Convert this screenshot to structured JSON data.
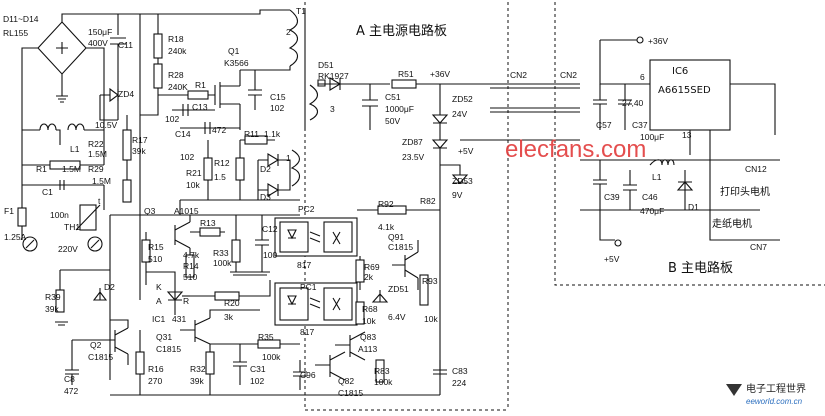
{
  "boards": {
    "main_power": "A 主电源电路板",
    "main": "B 主电路板"
  },
  "labels": {
    "d11_d14": "D11~D14",
    "rl155": "RL155",
    "c11_val": "150μF",
    "c11_v": "400V",
    "c11": "C11",
    "r18": "R18",
    "r18_val": "240k",
    "r28": "R28",
    "r28_val": "240K",
    "q1": "Q1",
    "q1_type": "K3566",
    "t1": "T1",
    "r1": "R1",
    "c13": "C13",
    "c13_val": "102",
    "c15": "C15",
    "c15_val": "102",
    "zd4": "ZD4",
    "zd4_val": "10.5V",
    "l1": "L1",
    "r22": "R22",
    "r22_val": "1.5M",
    "r29": "R29",
    "r29_val": "1.5M",
    "r17": "R17",
    "r17_val": "39k",
    "c14": "C14",
    "c14_val": "472",
    "r11": "R11",
    "r11_val": "1.1k",
    "r21": "R21",
    "r21_val": "10k",
    "c14b": "102",
    "r12": "R12",
    "r12_val": "1.5",
    "d2": "D2",
    "d3": "D3",
    "r1b": "R1",
    "r1b_val": "1.5M",
    "c1": "C1",
    "c1_val": "100n",
    "th1": "TH1",
    "f1": "F1",
    "f1_val": "1.25A",
    "ac": "220V",
    "t_mark": "t",
    "q3": "Q3",
    "q3_type": "A1015",
    "r13": "R13",
    "r15": "R15",
    "r15_val": "510",
    "r14_val": "4.7k",
    "r14": "R14",
    "r14b": "510",
    "r33": "R33",
    "r33_val": "100k",
    "c12": "C12",
    "c12_val": "100",
    "pc2": "PC2",
    "pc2_type": "817",
    "r39": "R39",
    "r39_val": "39k",
    "k": "K",
    "a": "A",
    "r": "R",
    "ic1": "IC1",
    "ic1_type": "431",
    "r20": "R20",
    "r20_val": "3k",
    "q2": "Q2",
    "q2_type": "C1815",
    "q31": "Q31",
    "q31_type": "C1815",
    "r35": "R35",
    "r35_val": "100k",
    "pc1": "PC1",
    "pc1_type": "817",
    "c8": "C8",
    "c8_val": "472",
    "r16": "R16",
    "r16_val": "270",
    "r32": "R32",
    "r32_val": "39k",
    "c31": "C31",
    "c31_val": "102",
    "c96": "C96",
    "q82": "Q82",
    "q82_type": "C1815",
    "r83": "R83",
    "r83_val": "100k",
    "c83": "C83",
    "c83_val": "224",
    "q83": "Q83",
    "q83_type": "A113",
    "r68": "R68",
    "r68_val": "10k",
    "zd51": "ZD51",
    "zd51_val": "6.4V",
    "r93": "R93",
    "r93_val": "10k",
    "r69": "R69",
    "r69_val": "2k",
    "q91": "Q91",
    "q91_type": "C1815",
    "r92": "R92",
    "r92_val": "4.1k",
    "r82": "R82",
    "d51": "D51",
    "d51_type": "RK1927",
    "sec3": "3",
    "r51": "R51",
    "p36a": "+36V",
    "c51": "C51",
    "c51_val": "1000μF",
    "c51_v": "50V",
    "zd52": "ZD52",
    "zd52_val": "24V",
    "zd87": "ZD87",
    "zd87_val": "23.5V",
    "p5a": "+5V",
    "zd53": "ZD53",
    "zd53_val": "9V",
    "cn2a": "CN2",
    "cn2b": "CN2",
    "p36b": "+36V",
    "ic6": "IC6",
    "ic6_type": "A6615SED",
    "pin6": "6",
    "pin27": "27,40",
    "pin13": "13",
    "c57": "C57",
    "c37": "C37",
    "c37_val": "100μF",
    "l1b": "L1",
    "c46": "C46",
    "c46_val": "470μF",
    "d1": "D1",
    "c39": "C39",
    "cn12": "CN12",
    "print_motor": "打印头电机",
    "paper_motor": "走纸电机",
    "cn7": "CN7",
    "p5b": "+5V",
    "n2": "2",
    "n1": "1",
    "n1b": "1"
  },
  "watermark": "elecfans.com",
  "logo": {
    "cn": "电子工程世界",
    "url": "eeworld.com.cn"
  }
}
